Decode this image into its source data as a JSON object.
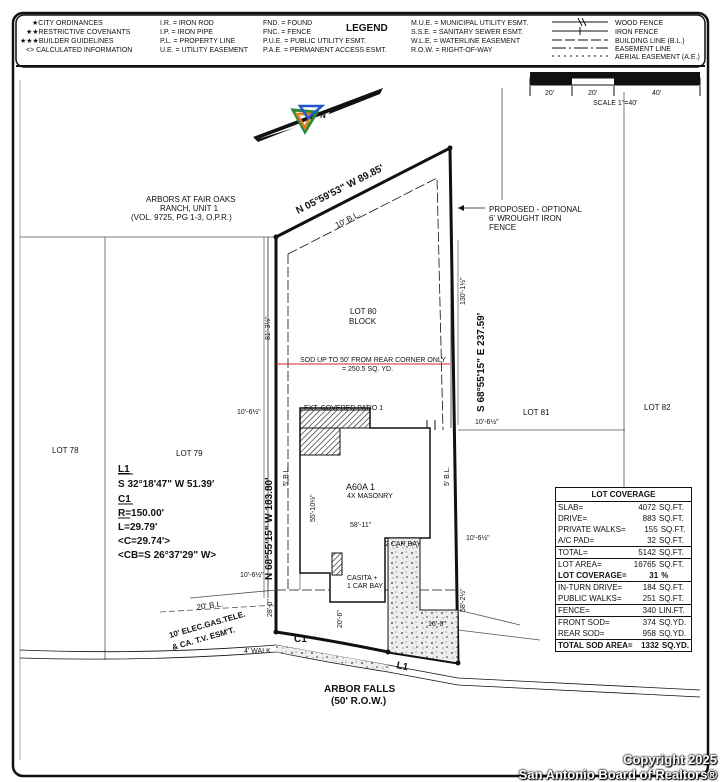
{
  "legend": {
    "title": "LEGEND",
    "col1": [
      "★CITY ORDINANCES",
      "★★RESTRICTIVE COVENANTS",
      "★★★BUILDER GUIDELINES",
      "<> CALCULATED INFORMATION"
    ],
    "col2": [
      "I.R.   = IRON ROD",
      "I.P.   = IRON PIPE",
      "P.L.   = PROPERTY LINE",
      "U.E.  = UTILITY EASEMENT"
    ],
    "col3": [
      "FND.   = FOUND",
      "FNC.   = FENCE",
      "P.U.E. = PUBLIC UTILITY ESMT.",
      "P.A.E. = PERMANENT ACCESS ESMT."
    ],
    "col4": [
      "M.U.E.  = MUNICIPAL UTILITY ESMT.",
      "S.S.E.  = SANITARY SEWER ESMT.",
      "W.L.E.  = WATERLINE EASEMENT",
      "R.O.W. = RIGHT-OF-WAY"
    ],
    "lines": [
      "WOOD FENCE",
      "IRON FENCE",
      "BUILDING LINE (B.L.)",
      "EASEMENT LINE",
      "AERIAL EASEMENT (A.E.)"
    ]
  },
  "scale": {
    "ticks": [
      "20'",
      "20'",
      "40'"
    ],
    "label": "SCALE 1\"=40'"
  },
  "north": "N",
  "adjacent": {
    "arbors": [
      "ARBORS AT FAIR OAKS",
      "RANCH, UNIT 1",
      "(VOL. 9725, PG 1-3, O.P.R.)"
    ],
    "lot78": "LOT 78",
    "lot79": "LOT 79",
    "lot81": "LOT 81",
    "lot82": "LOT 82"
  },
  "lot": {
    "name": "LOT 80",
    "block": "BLOCK"
  },
  "bearings": {
    "north_line": "N 05°59'53\" W  89.85'",
    "east_line": "S 68°55'15\" E  237.59'",
    "west_line": "N 68°55'15\" W  183.80'"
  },
  "dims": {
    "rear_bl": "10' B.L.",
    "front_bl": "20' B.L.",
    "side_bl_w": "5' B.L.",
    "side_bl_e": "5' B.L.",
    "d81_3": "81'-3½\"",
    "d130_1": "130'-1½\"",
    "d10_6a": "10'-6½\"",
    "d10_6b": "10'-6½\"",
    "d10_6c": "10'-6½\"",
    "d10_6d": "10'-6½\"",
    "d55_10": "55'-10½\"",
    "d58_11": "58'-11\"",
    "d58_2": "58'-2½\"",
    "d28_0": "28'-0\"",
    "d20_6": "20'-6\"",
    "d16_0": "16'-0\""
  },
  "sod_note": [
    "SOD UP TO 50' FROM REAR CORNER ONLY",
    "= 250.5 SQ. YD."
  ],
  "fence_note": [
    "PROPOSED - OPTIONAL",
    "6' WROUGHT IRON",
    "FENCE"
  ],
  "house": {
    "patio": "EXT. COVERED PATIO 1",
    "name": "A60A 1",
    "masonry": "4X MASONRY",
    "garage": "2 CAR BAY",
    "casita": [
      "CASITA +",
      "1 CAR BAY"
    ]
  },
  "curve": {
    "l1_label": "L1",
    "l1_value": "S 32°18'47\" W  51.39'",
    "c1_label": "C1",
    "r": "R=150.00'",
    "l": "L=29.79'",
    "c": "<C=29.74'>",
    "cb": "<CB=S 26°37'29\" W>",
    "c1_mark": "C1",
    "l1_mark": "L1"
  },
  "easement": [
    "10' ELEC.GAS.TELE.",
    "& CA. T.V. ESM'T."
  ],
  "walk": "4' WALK",
  "street": [
    "ARBOR FALLS",
    "(50' R.O.W.)"
  ],
  "coverage": {
    "title": "LOT COVERAGE",
    "rows": [
      {
        "label": "SLAB=",
        "value": "4072",
        "unit": "SQ.FT."
      },
      {
        "label": "DRIVE=",
        "value": "883",
        "unit": "SQ.FT."
      },
      {
        "label": "PRIVATE WALKS=",
        "value": "155",
        "unit": "SQ.FT."
      },
      {
        "label": "A/C PAD=",
        "value": "32",
        "unit": "SQ.FT."
      },
      {
        "label": "TOTAL=",
        "value": "5142",
        "unit": "SQ.FT."
      },
      {
        "label": "LOT AREA=",
        "value": "16765",
        "unit": "SQ.FT."
      },
      {
        "label": "LOT COVERAGE=",
        "value": "31",
        "unit": "%"
      },
      {
        "label": "IN-TURN DRIVE=",
        "value": "184",
        "unit": "SQ.FT."
      },
      {
        "label": "PUBLIC WALKS=",
        "value": "251",
        "unit": "SQ.FT."
      },
      {
        "label": "FENCE=",
        "value": "340",
        "unit": "LIN.FT."
      },
      {
        "label": "FRONT SOD=",
        "value": "374",
        "unit": "SQ.YD."
      },
      {
        "label": "REAR SOD=",
        "value": "958",
        "unit": "SQ.YD."
      },
      {
        "label": "TOTAL SOD AREA=",
        "value": "1332",
        "unit": "SQ.YD."
      }
    ]
  },
  "copyright": [
    "Copyright 2025",
    "San Antonio Board of Realtors®"
  ]
}
